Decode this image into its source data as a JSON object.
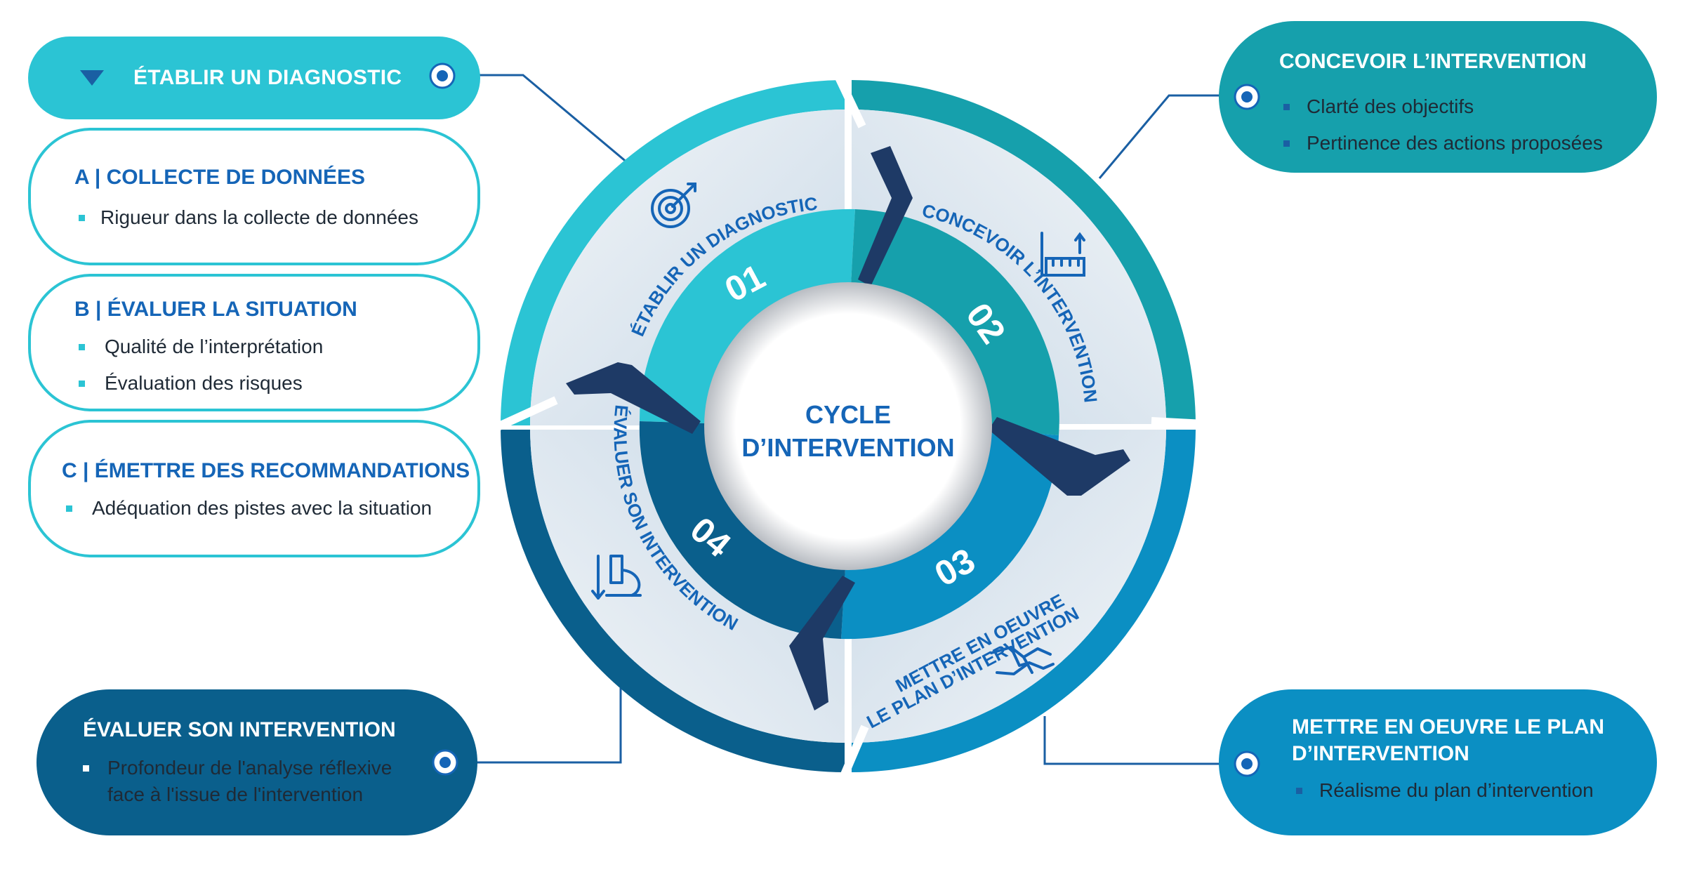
{
  "center": {
    "line1": "CYCLE",
    "line2": "D’INTERVENTION"
  },
  "steps": [
    {
      "number": "01",
      "label": "ÉTABLIR UN DIAGNOSTIC",
      "icon": "target-icon"
    },
    {
      "number": "02",
      "label": "CONCEVOIR L’INTERVENTION",
      "icon": "ruler-chart-icon"
    },
    {
      "number": "03",
      "label_line1": "METTRE EN OEUVRE",
      "label_line2": "LE PLAN D’INTERVENTION",
      "icon": "handshake-icon"
    },
    {
      "number": "04",
      "label": "ÉVALUER SON INTERVENTION",
      "icon": "microscope-icon"
    }
  ],
  "diagnostic": {
    "title": "ÉTABLIR UN DIAGNOSTIC",
    "sections": [
      {
        "title": "A | COLLECTE DE DONNÉES",
        "items": [
          "Rigueur dans la collecte de données"
        ]
      },
      {
        "title": "B | ÉVALUER LA SITUATION",
        "items": [
          "Qualité de l’interprétation",
          "Évaluation des risques"
        ]
      },
      {
        "title": "C | ÉMETTRE DES RECOMMANDATIONS",
        "items": [
          "Adéquation des pistes avec la situation"
        ]
      }
    ]
  },
  "concevoir": {
    "title": "CONCEVOIR L’INTERVENTION",
    "items": [
      "Clarté des objectifs",
      "Pertinence des actions proposées"
    ]
  },
  "evaluer": {
    "title": "ÉVALUER SON INTERVENTION",
    "items": [
      "Profondeur de l'analyse réflexive",
      "face à l'issue de l'intervention"
    ]
  },
  "mettre": {
    "title_line1": "METTRE EN OEUVRE LE PLAN",
    "title_line2": "D’INTERVENTION",
    "items": [
      "Réalisme du plan d’intervention"
    ]
  },
  "colors": {
    "q1": "#2bc4d4",
    "q2": "#16a0ac",
    "q3": "#0b8fc3",
    "q4": "#0a5f8c",
    "title_blue": "#1565b7",
    "connector": "#1a5fa3",
    "notch": "#1e3a66"
  }
}
